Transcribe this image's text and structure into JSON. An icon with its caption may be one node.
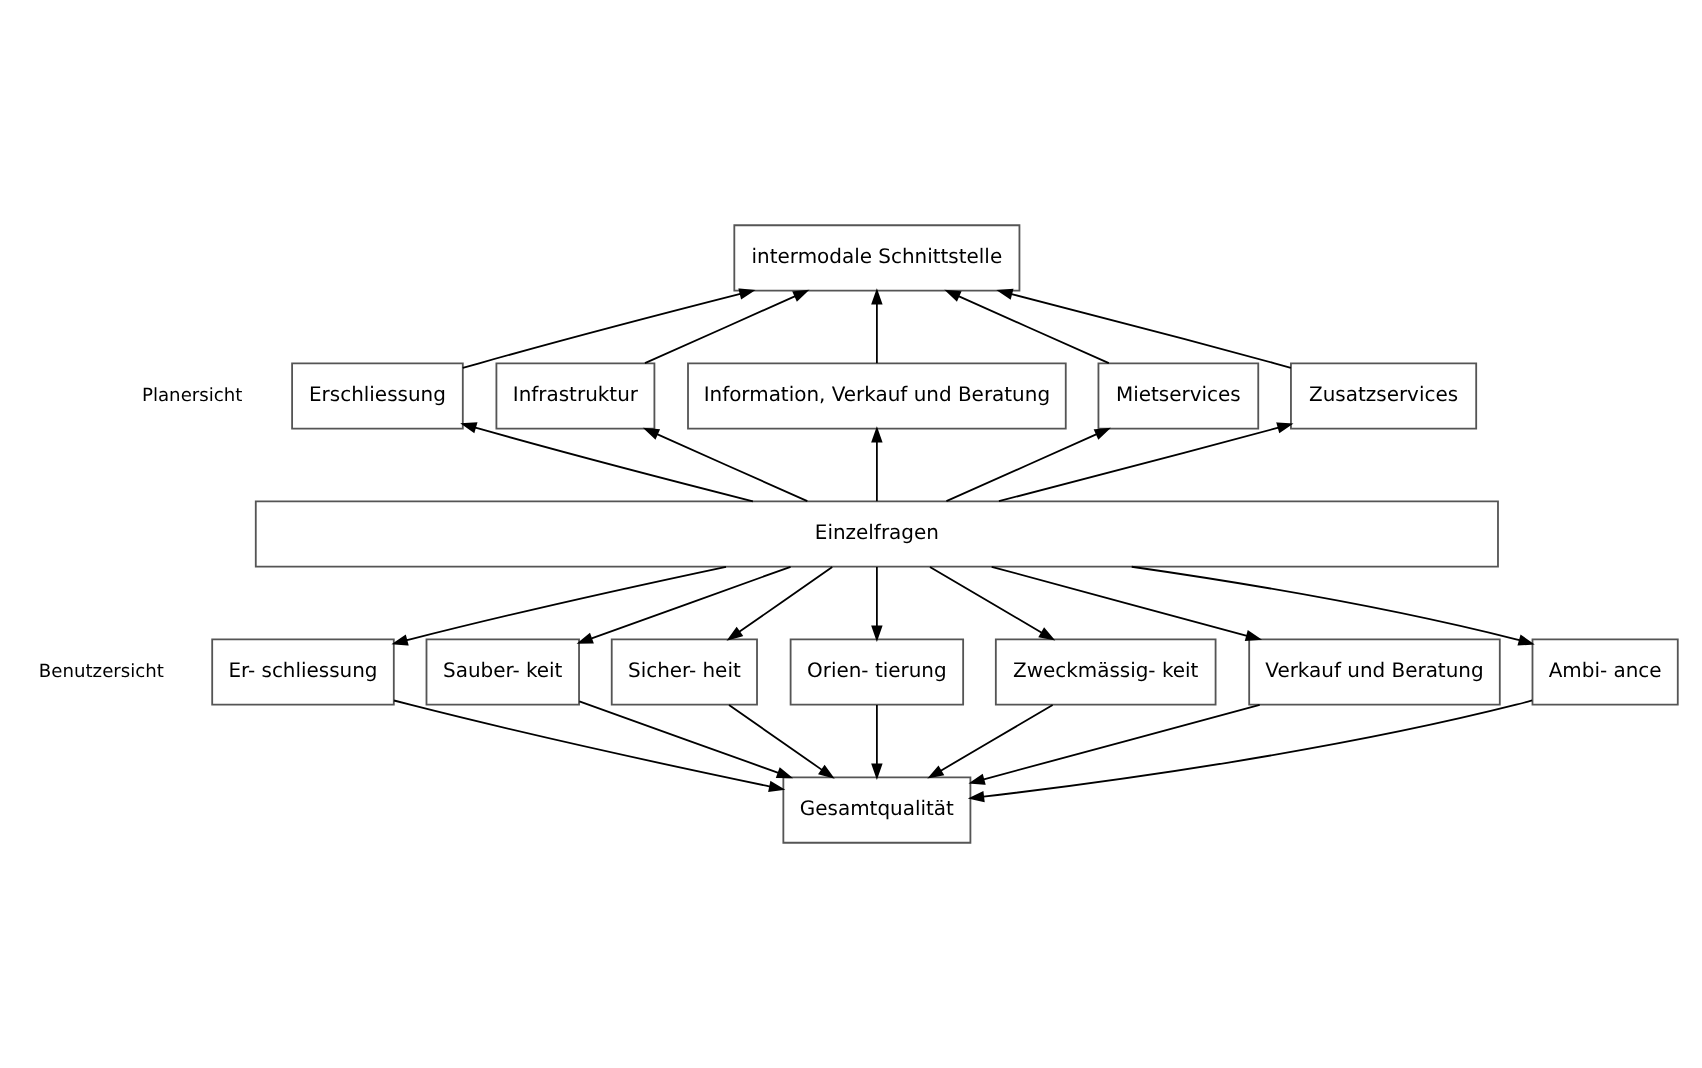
{
  "diagram": {
    "nodes": [
      {
        "text": [
          "intermodale Schnittstelle"
        ]
      },
      {
        "text": [
          "Erschliessung"
        ]
      },
      {
        "text": [
          "Infrastruktur"
        ]
      },
      {
        "text": [
          "Information, Verkauf und Beratung"
        ]
      },
      {
        "text": [
          "Mietservices"
        ]
      },
      {
        "text": [
          "Zusatzservices"
        ]
      },
      {
        "text": [
          "Einzelfragen"
        ]
      },
      {
        "text": [
          "Er- schliessung"
        ]
      },
      {
        "text": [
          "Sauber- keit"
        ]
      },
      {
        "text": [
          "Sicher- heit"
        ]
      },
      {
        "text": [
          "Orien- tierung"
        ]
      },
      {
        "text": [
          "Zweckmässig- keit"
        ]
      },
      {
        "text": [
          "Verkauf und Beratung"
        ]
      },
      {
        "text": [
          "Ambi- ance"
        ]
      },
      {
        "text": [
          "Gesamtqualität"
        ]
      }
    ],
    "edges": [
      {
        "from": 1,
        "to": 0,
        "arrow": "to"
      },
      {
        "from": 2,
        "to": 0,
        "arrow": "to"
      },
      {
        "from": 3,
        "to": 0,
        "arrow": "to"
      },
      {
        "from": 4,
        "to": 0,
        "arrow": "to"
      },
      {
        "from": 5,
        "to": 0,
        "arrow": "to"
      },
      {
        "from": 6,
        "to": 1,
        "arrow": "to"
      },
      {
        "from": 6,
        "to": 2,
        "arrow": "to"
      },
      {
        "from": 6,
        "to": 3,
        "arrow": "to"
      },
      {
        "from": 6,
        "to": 4,
        "arrow": "to"
      },
      {
        "from": 6,
        "to": 5,
        "arrow": "to"
      },
      {
        "from": 6,
        "to": 7,
        "arrow": "to"
      },
      {
        "from": 6,
        "to": 8,
        "arrow": "to"
      },
      {
        "from": 6,
        "to": 9,
        "arrow": "to"
      },
      {
        "from": 6,
        "to": 10,
        "arrow": "to"
      },
      {
        "from": 6,
        "to": 11,
        "arrow": "to"
      },
      {
        "from": 6,
        "to": 12,
        "arrow": "to"
      },
      {
        "from": 6,
        "to": 13,
        "arrow": "to"
      },
      {
        "from": 7,
        "to": 14,
        "arrow": "to"
      },
      {
        "from": 8,
        "to": 14,
        "arrow": "to"
      },
      {
        "from": 9,
        "to": 14,
        "arrow": "to"
      },
      {
        "from": 10,
        "to": 14,
        "arrow": "to"
      },
      {
        "from": 11,
        "to": 14,
        "arrow": "to"
      },
      {
        "from": 12,
        "to": 14,
        "arrow": "to"
      },
      {
        "from": 13,
        "to": 14,
        "arrow": "to"
      }
    ],
    "labels": [
      "Planersicht",
      "Benutzersicht"
    ]
  }
}
